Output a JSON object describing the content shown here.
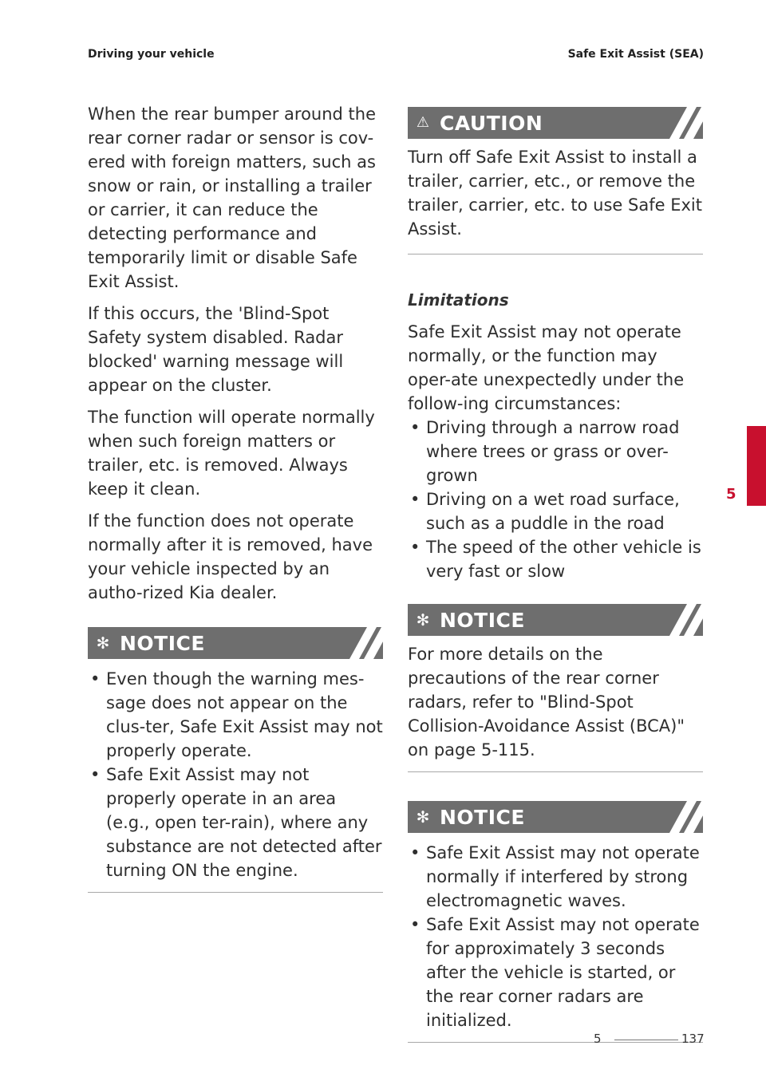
{
  "header": {
    "left": "Driving your vehicle",
    "right": "Safe Exit Assist (SEA)"
  },
  "left_column": {
    "paragraphs": [
      "When the rear bumper around the rear corner radar or sensor is cov-ered with foreign matters, such as snow or rain, or installing a trailer or carrier, it can reduce the detecting performance and temporarily limit or disable Safe Exit Assist.",
      "If this occurs, the 'Blind-Spot Safety system disabled. Radar blocked' warning message will appear on the cluster.",
      "The function will operate normally when such foreign matters or trailer, etc. is removed. Always keep it clean.",
      "If the function does not operate normally after it is removed, have your vehicle inspected by an autho-rized Kia dealer."
    ],
    "notice": {
      "symbol": "✻",
      "title": "NOTICE",
      "bullets": [
        "Even though the warning mes-sage does not appear on the clus-ter, Safe Exit Assist may not properly operate.",
        "Safe Exit Assist may not properly operate in an area (e.g., open ter-rain), where any substance are not detected after turning ON the engine."
      ]
    }
  },
  "right_column": {
    "caution": {
      "symbol": "⚠",
      "title": "CAUTION",
      "text": "Turn off Safe Exit Assist to install a trailer, carrier, etc., or remove the trailer, carrier, etc. to use Safe Exit Assist."
    },
    "limitations": {
      "heading": "Limitations",
      "intro": "Safe Exit Assist may not operate normally, or the function may oper-ate unexpectedly under the follow-ing circumstances:",
      "bullets": [
        "Driving through a narrow road where trees or grass or over-grown",
        "Driving on a wet road surface, such as a puddle in the road",
        "The speed of the other vehicle is very fast or slow"
      ]
    },
    "notice1": {
      "symbol": "✻",
      "title": "NOTICE",
      "text": "For more details on the precautions of the rear corner radars, refer to \"Blind-Spot Collision-Avoidance Assist (BCA)\" on page 5-115."
    },
    "notice2": {
      "symbol": "✻",
      "title": "NOTICE",
      "bullets": [
        "Safe Exit Assist may not operate normally if interfered by strong electromagnetic waves.",
        "Safe Exit Assist may not operate for approximately 3 seconds after the vehicle is started, or the rear corner radars are initialized."
      ]
    }
  },
  "side_tab": {
    "number": "5",
    "color": "#c8102e"
  },
  "footer": {
    "chapter": "5",
    "page": "137"
  },
  "colors": {
    "banner": "#6e6e6e",
    "accent": "#c8102e"
  }
}
